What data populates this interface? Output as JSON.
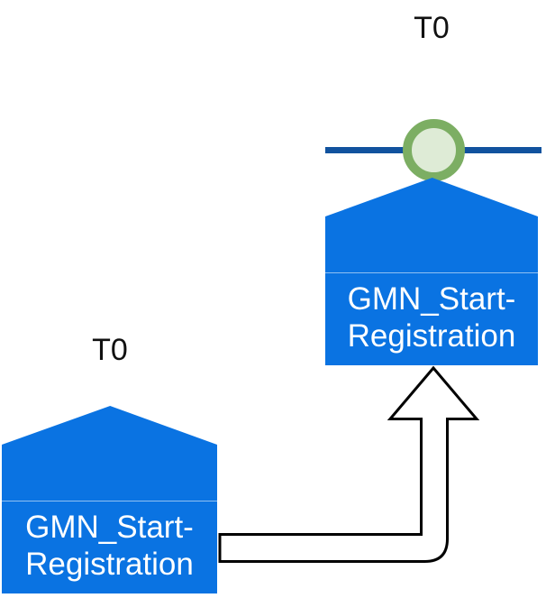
{
  "diagram": {
    "background_color": "#FFFFFF",
    "timeline": {
      "line_color": "#11529E",
      "event_marker": {
        "shape": "circle",
        "ring_color": "#7CAE63",
        "fill_color": "#DEEBD6"
      }
    },
    "nodes": [
      {
        "id": "source",
        "time_label": "T0",
        "name": "GMN_Start-Registration",
        "name_line1": "GMN_Start-",
        "name_line2": "Registration",
        "fill_color": "#0A73E2",
        "text_color": "#FFFFFF"
      },
      {
        "id": "target",
        "time_label": "T0",
        "name": "GMN_Start-Registration",
        "name_line1": "GMN_Start-",
        "name_line2": "Registration",
        "fill_color": "#0A73E2",
        "text_color": "#FFFFFF"
      }
    ],
    "connector": {
      "style": "elbow-up-arrow",
      "from": "source",
      "to": "target",
      "stroke_color": "#000000",
      "fill_color": "#FFFFFF"
    }
  }
}
